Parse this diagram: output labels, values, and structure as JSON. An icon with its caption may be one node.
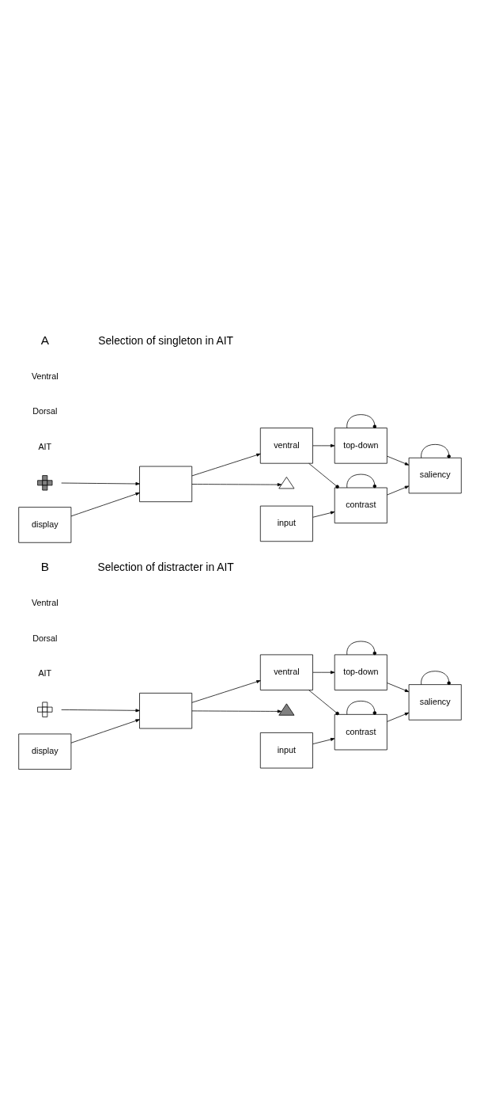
{
  "diagram": {
    "nodes": [
      {
        "text": [],
        "shape": "triangle"
      },
      {
        "text": [],
        "shape": "cross"
      },
      {
        "text": [],
        "shape": "box"
      },
      {
        "text": [
          "display"
        ]
      },
      {
        "text": [
          "top-down"
        ]
      },
      {
        "text": [
          "ventral"
        ]
      },
      {
        "text": [
          "contrast"
        ]
      },
      {
        "text": [
          "input"
        ]
      },
      {
        "text": [
          "saliency"
        ]
      },
      {
        "text": [],
        "shape": "triangle"
      },
      {
        "text": [],
        "shape": "cross"
      },
      {
        "text": [],
        "shape": "box"
      },
      {
        "text": [
          "display"
        ]
      },
      {
        "text": [
          "top-down"
        ]
      },
      {
        "text": [
          "ventral"
        ]
      },
      {
        "text": [
          "contrast"
        ]
      },
      {
        "text": [
          "input"
        ]
      },
      {
        "text": [
          "saliency"
        ]
      }
    ],
    "edges": [
      {
        "from": 2,
        "to": 0,
        "arrow": "to"
      },
      {
        "from": 1,
        "to": 2,
        "arrow": "to"
      },
      {
        "from": 3,
        "to": 2,
        "arrow": "to"
      },
      {
        "from": 2,
        "to": 5,
        "arrow": "to"
      },
      {
        "from": 7,
        "to": 6,
        "arrow": "to"
      },
      {
        "from": 5,
        "to": 4,
        "arrow": "to"
      },
      {
        "from": 5,
        "to": 6,
        "arrow": "other"
      },
      {
        "from": 4,
        "to": 4,
        "arrow": "other"
      },
      {
        "from": 6,
        "to": 6,
        "arrow": "other"
      },
      {
        "from": 8,
        "to": 8,
        "arrow": "other"
      },
      {
        "from": 4,
        "to": 8,
        "arrow": "to"
      },
      {
        "from": 6,
        "to": 8,
        "arrow": "to"
      },
      {
        "from": 11,
        "to": 9,
        "arrow": "to"
      },
      {
        "from": 10,
        "to": 11,
        "arrow": "to"
      },
      {
        "from": 12,
        "to": 11,
        "arrow": "to"
      },
      {
        "from": 11,
        "to": 14,
        "arrow": "to"
      },
      {
        "from": 16,
        "to": 15,
        "arrow": "to"
      },
      {
        "from": 14,
        "to": 13,
        "arrow": "to"
      },
      {
        "from": 14,
        "to": 15,
        "arrow": "other"
      },
      {
        "from": 13,
        "to": 13,
        "arrow": "other"
      },
      {
        "from": 15,
        "to": 15,
        "arrow": "other"
      },
      {
        "from": 17,
        "to": 17,
        "arrow": "other"
      },
      {
        "from": 13,
        "to": 17,
        "arrow": "to"
      },
      {
        "from": 15,
        "to": 17,
        "arrow": "to"
      }
    ],
    "labels": [
      "A",
      "Selection of singleton in AIT",
      "Ventral",
      "Dorsal",
      "AIT",
      "B",
      "Selection of distracter in AIT",
      "Ventral",
      "Dorsal",
      "AIT"
    ]
  }
}
